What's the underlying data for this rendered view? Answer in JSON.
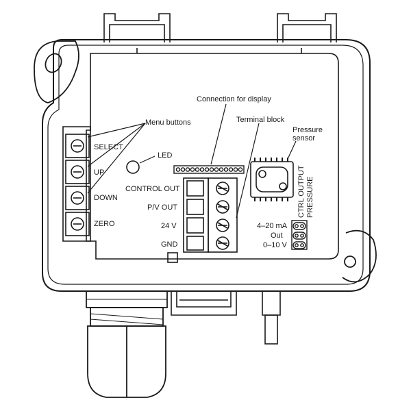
{
  "labels": {
    "menu_buttons": "Menu buttons",
    "select": "SELECT",
    "up": "UP",
    "down": "DOWN",
    "zero": "ZERO",
    "led": "LED",
    "connection_for_display": "Connection for display",
    "terminal_block": "Terminal block",
    "pressure_sensor_line1": "Pressure",
    "pressure_sensor_line2": "sensor",
    "control_out": "CONTROL OUT",
    "pv_out": "P/V OUT",
    "v24": "24 V",
    "gnd": "GND",
    "ctrl_output": "CTRL OUTPUT",
    "pressure": "PRESSURE",
    "ma_4_20": "4–20 mA",
    "out": "Out",
    "v_0_10": "0–10 V"
  },
  "colors": {
    "ink": "#1a1a1a",
    "background": "#ffffff"
  }
}
